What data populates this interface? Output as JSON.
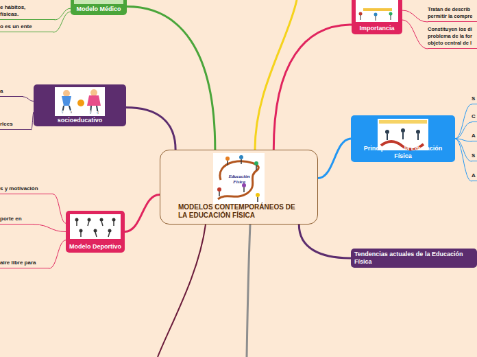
{
  "diagram": {
    "nodes": [
      {
        "text": [
          "MODELOS CONTEMPORÁNEOS DE LA EDUCACIÓN FÍSICA"
        ]
      },
      {
        "text": [
          "Modelo Médico"
        ]
      },
      {
        "text": [
          "e hábitos, físicas."
        ]
      },
      {
        "text": [
          "o es un ente"
        ]
      },
      {
        "text": [
          "Importancia"
        ]
      },
      {
        "text": [
          "Tratan de describ permitir la compre"
        ]
      },
      {
        "text": [
          "Constituyen los di problema de la for objeto central de l"
        ]
      },
      {
        "text": [
          "Modelo Psico-socioeducativo"
        ]
      },
      {
        "text": [
          "a"
        ]
      },
      {
        "text": [
          "rices"
        ]
      },
      {
        "text": [
          "Principios de la Educación Física"
        ]
      },
      {
        "text": [
          "S"
        ]
      },
      {
        "text": [
          "C"
        ]
      },
      {
        "text": [
          "A"
        ]
      },
      {
        "text": [
          "S"
        ]
      },
      {
        "text": [
          "A"
        ]
      },
      {
        "text": [
          "Modelo Deportivo"
        ]
      },
      {
        "text": [
          "s y motivación"
        ]
      },
      {
        "text": [
          "porte en"
        ]
      },
      {
        "text": [
          "aire libre para"
        ]
      },
      {
        "text": [
          "Tendencias actuales de la Educación Física"
        ]
      }
    ],
    "edges": [
      {
        "from": 0,
        "to": 1,
        "arrow": "none"
      },
      {
        "from": 1,
        "to": 2,
        "arrow": "none"
      },
      {
        "from": 1,
        "to": 3,
        "arrow": "none"
      },
      {
        "from": 0,
        "to": 4,
        "arrow": "none"
      },
      {
        "from": 4,
        "to": 5,
        "arrow": "none"
      },
      {
        "from": 4,
        "to": 6,
        "arrow": "none"
      },
      {
        "from": 0,
        "to": 7,
        "arrow": "none"
      },
      {
        "from": 7,
        "to": 8,
        "arrow": "none"
      },
      {
        "from": 7,
        "to": 9,
        "arrow": "none"
      },
      {
        "from": 0,
        "to": 10,
        "arrow": "none"
      },
      {
        "from": 10,
        "to": 11,
        "arrow": "none"
      },
      {
        "from": 10,
        "to": 12,
        "arrow": "none"
      },
      {
        "from": 10,
        "to": 13,
        "arrow": "none"
      },
      {
        "from": 10,
        "to": 14,
        "arrow": "none"
      },
      {
        "from": 10,
        "to": 15,
        "arrow": "none"
      },
      {
        "from": 0,
        "to": 16,
        "arrow": "none"
      },
      {
        "from": 16,
        "to": 17,
        "arrow": "none"
      },
      {
        "from": 16,
        "to": 18,
        "arrow": "none"
      },
      {
        "from": 16,
        "to": 19,
        "arrow": "none"
      },
      {
        "from": 0,
        "to": 20,
        "arrow": "none"
      }
    ],
    "labels": [
      "Educación Física"
    ]
  }
}
